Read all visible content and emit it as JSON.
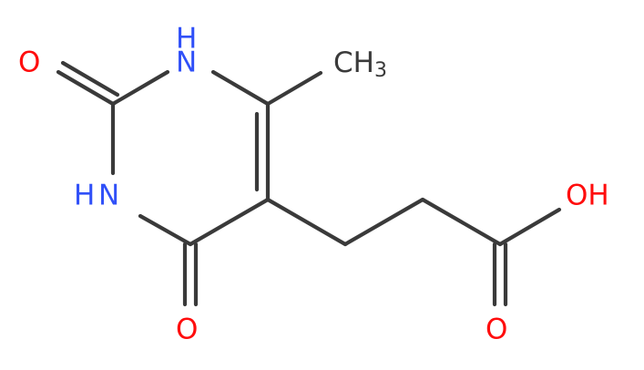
{
  "molecule": {
    "atoms": {
      "o_left": "O",
      "nh_top": "H",
      "n_top": "N",
      "ch3": "CH",
      "ch3_sub": "3",
      "hn_mid": "H",
      "n_mid": "N",
      "oh": "OH",
      "o_bottom_left": "O",
      "o_bottom_right": "O"
    }
  },
  "colors": {
    "bond": "#3a3a3a",
    "oxygen": "#ff0d0d",
    "nitrogen": "#3050f8",
    "carbon": "#3a3a3a"
  }
}
